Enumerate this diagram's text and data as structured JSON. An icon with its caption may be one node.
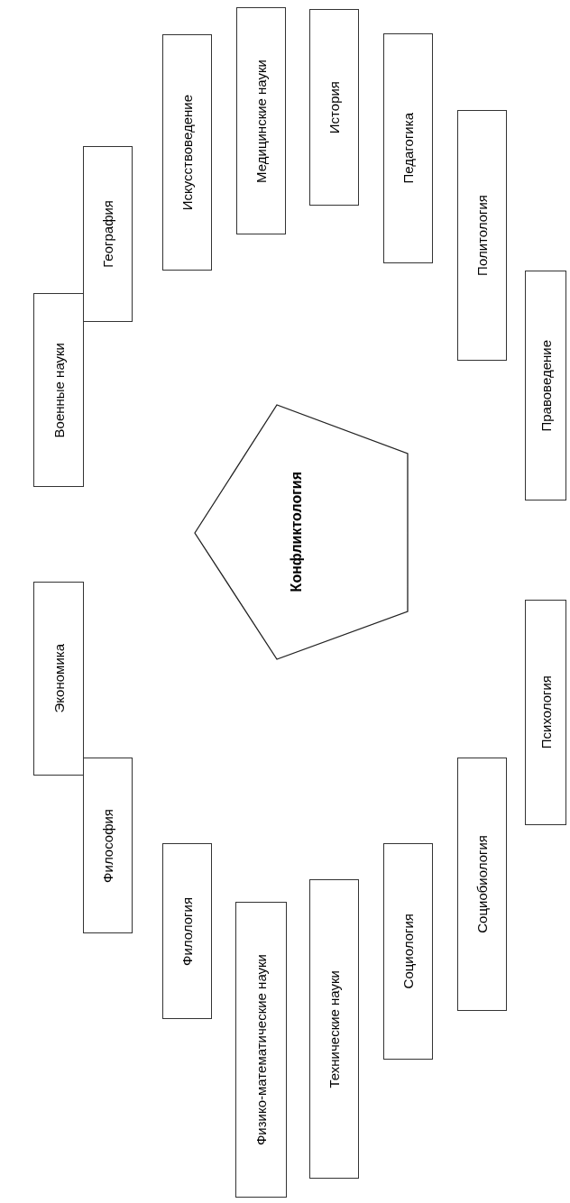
{
  "diagram": {
    "nodes": [
      {
        "text": [
          "Конфликтология"
        ]
      },
      {
        "text": [
          "Экономика"
        ]
      },
      {
        "text": [
          "Военные науки"
        ]
      },
      {
        "text": [
          "Философия"
        ]
      },
      {
        "text": [
          "География"
        ]
      },
      {
        "text": [
          "Филология"
        ]
      },
      {
        "text": [
          "Искусствоведение"
        ]
      },
      {
        "text": [
          "Физико-математические науки"
        ]
      },
      {
        "text": [
          "Медицинские науки"
        ]
      },
      {
        "text": [
          "Технические науки"
        ]
      },
      {
        "text": [
          "История"
        ]
      },
      {
        "text": [
          "Социология"
        ]
      },
      {
        "text": [
          "Педагогика"
        ]
      },
      {
        "text": [
          "Социобиология"
        ]
      },
      {
        "text": [
          "Политология"
        ]
      },
      {
        "text": [
          "Психология"
        ]
      },
      {
        "text": [
          "Правоведение"
        ]
      }
    ]
  }
}
